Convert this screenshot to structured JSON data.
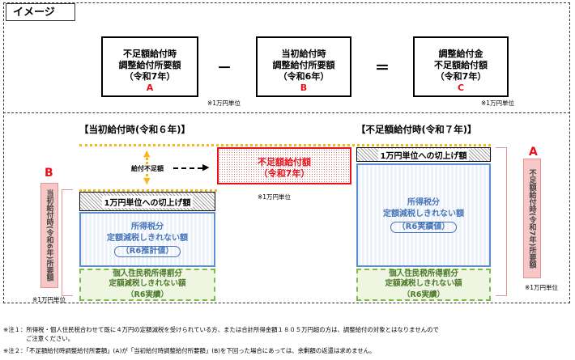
{
  "tag": "イメージ",
  "formula": {
    "box_a": {
      "lines": [
        "不足額給付時",
        "調整給付所要額",
        "（令和7年）"
      ],
      "letter": "A"
    },
    "minus": "－",
    "box_b": {
      "lines": [
        "当初給付時",
        "調整給付所要額",
        "（令和6年）"
      ],
      "letter": "B"
    },
    "equals": "＝",
    "box_c": {
      "lines": [
        "調整給付金",
        "不足額給付額",
        "（令和7年）"
      ],
      "letter": "C"
    },
    "unit_note": "※1万円単位"
  },
  "left_col": {
    "heading": "【当初給付時(令和６年)】",
    "letter": "B",
    "vertical_label": "当初給付時(令和6年)所要額",
    "roundup": "1万円単位への切上げ額",
    "income_tax": [
      "所得税分",
      "定額減税しきれない額"
    ],
    "income_value": "（R6推計値）",
    "resident_tax": [
      "個人住民税所得割分",
      "定額減税しきれない額"
    ],
    "resident_value": "（R6実績）",
    "unit_note": "※1万円単位"
  },
  "middle": {
    "shortfall_label": "給付不足額",
    "box_lines": [
      "不足額給付額",
      "（令和7年）"
    ],
    "unit_note": "※1万円単位"
  },
  "right_col": {
    "heading": "【不足額給付時(令和７年)】",
    "letter": "A",
    "vertical_label": "不足額給付時(令和7年)所要額",
    "roundup": "1万円単位への切上げ額",
    "income_tax": [
      "所得税分",
      "定額減税しきれない額"
    ],
    "income_value": "（R6実績値）",
    "resident_tax": [
      "個人住民税所得割分",
      "定額減税しきれない額"
    ],
    "resident_value": "（R6実績）",
    "unit_note": "※1万円単位"
  },
  "footnotes": {
    "note1_line1": "※注１：所得税・個人住民税合わせて既に４万円の定額減税を受けられている方、または合計所得金額１８０５万円超の方は、調整給付の対象とはなりませんので",
    "note1_line2": "ご注意ください。",
    "note2": "※注２：「不足額給付時調整給付所要額」(A)が「当初給付時調整給付所要額」(B)を下回った場合にあっては、余剰額の返還は求めません。"
  }
}
